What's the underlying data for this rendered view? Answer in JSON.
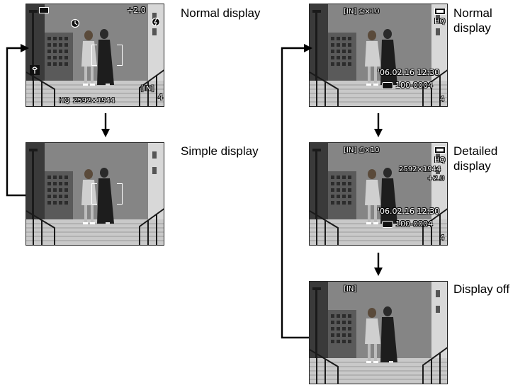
{
  "left_column": {
    "normal": {
      "caption": "Normal display",
      "osd": {
        "exposure": "+2.0",
        "memory": "[IN]",
        "quality": "HQ",
        "resolution": "2592×1944",
        "remaining": "4"
      }
    },
    "simple": {
      "caption": "Simple display"
    }
  },
  "right_column": {
    "normal": {
      "caption": "Normal\ndisplay",
      "osd": {
        "top": "[IN] ⎙×10",
        "quality": "HQ",
        "datetime": "'06.02.16 12:30",
        "file": "100-0004",
        "frame": "4"
      }
    },
    "detailed": {
      "caption": "Detailed\ndisplay",
      "osd": {
        "top": "[IN] ⎙×10",
        "quality": "HQ",
        "resolution": "2592×1944",
        "exposure": "+2.0",
        "datetime": "'06.02.16 12:30",
        "file": "100-0004",
        "frame": "4"
      }
    },
    "off": {
      "caption": "Display off",
      "osd": {
        "top": "[IN]"
      }
    }
  },
  "icons": {
    "flow_arrow": "down-arrow-icon",
    "loop_arrow": "right-arrow-icon"
  }
}
